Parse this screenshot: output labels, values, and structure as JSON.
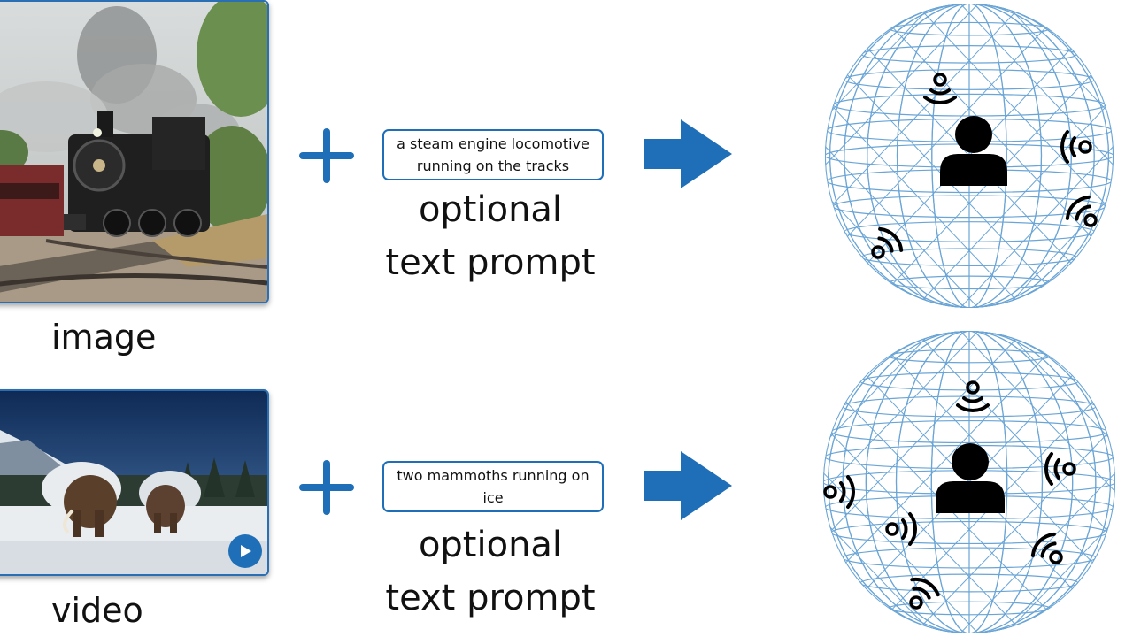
{
  "rows": [
    {
      "input_label": "image",
      "prompt_text": "a steam engine locomotive running on the tracks",
      "optional_line1": "optional",
      "optional_line2": "text prompt"
    },
    {
      "input_label": "video",
      "prompt_text": "two mammoths running on ice",
      "optional_line1": "optional",
      "optional_line2": "text prompt"
    }
  ],
  "colors": {
    "accent": "#1f6fb8",
    "sphere_grid": "#6aa5d6",
    "icon": "#000000"
  },
  "icons": [
    "plus-icon",
    "arrow-right-icon",
    "person-icon",
    "sound-source-icon",
    "play-icon"
  ]
}
